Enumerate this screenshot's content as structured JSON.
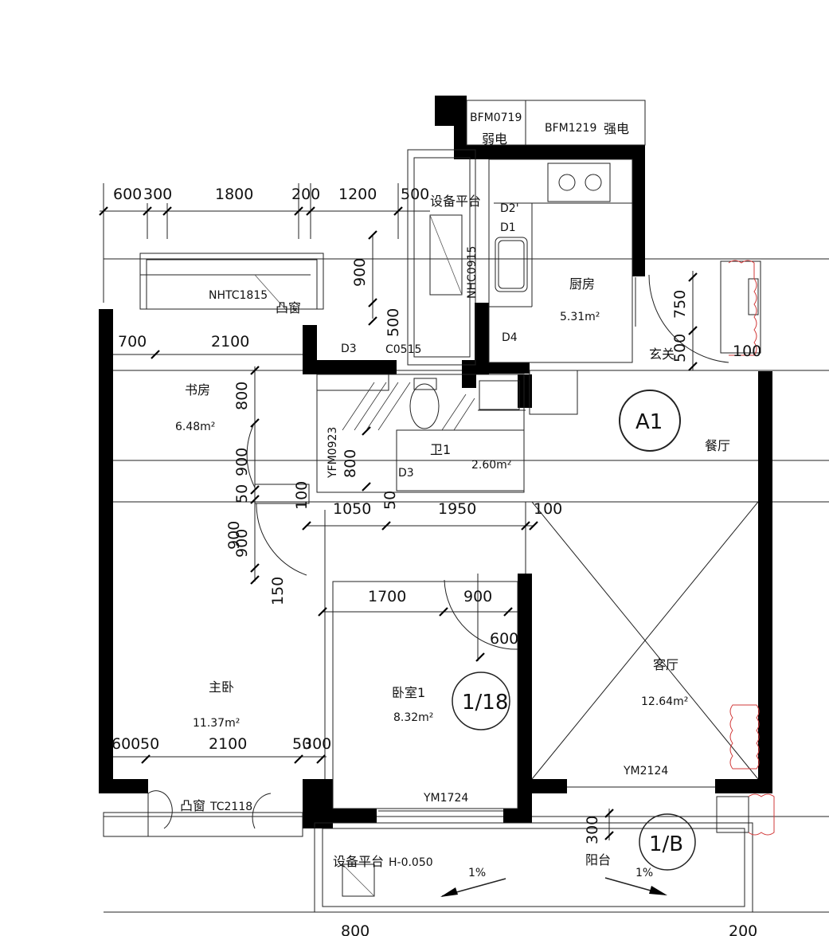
{
  "rooms": {
    "study": {
      "name": "书房",
      "area": "6.48m²"
    },
    "kitchen": {
      "name": "厨房",
      "area": "5.31m²"
    },
    "master": {
      "name": "主卧",
      "area": "11.37m²"
    },
    "bedroom1": {
      "name": "卧室1",
      "area": "8.32m²"
    },
    "living": {
      "name": "客厅",
      "area": "12.64m²"
    },
    "dining": {
      "name": "餐厅"
    },
    "foyer": {
      "name": "玄关"
    },
    "balcony": {
      "name": "阳台"
    },
    "bathroom": {
      "name": "卫1",
      "area": "2.60m²"
    },
    "equip_top": {
      "name": "设备平台"
    },
    "equip_bottom": {
      "name": "设备平台",
      "level": "H-0.050"
    },
    "weak_power": {
      "name": "弱电"
    },
    "strong_power": {
      "name": "强电"
    }
  },
  "codes": {
    "bfm0719": "BFM0719",
    "bfm1219": "BFM1219",
    "nhtc1815": "NHTC1815",
    "bay_window_top": "凸窗",
    "bay_window_bottom": "凸窗",
    "tc2118": "TC2118",
    "c0515": "C0515",
    "nhc0915": "NHC0915",
    "yfm0923": "YFM0923",
    "ym1724": "YM1724",
    "ym2124": "YM2124",
    "d1": "D1",
    "d2": "D2'",
    "d3a": "D3",
    "d3b": "D3",
    "d4": "D4"
  },
  "callouts": {
    "a1": "A1",
    "c118": "1/18",
    "c1b": "1/B"
  },
  "slopes": {
    "left": "1%",
    "right": "1%"
  },
  "dimensions": {
    "top": [
      "600",
      "300",
      "1800",
      "200",
      "1200",
      "500"
    ],
    "row2": [
      "700",
      "2100"
    ],
    "v_study": [
      "800",
      "900",
      "50",
      "900",
      "150"
    ],
    "mid": [
      "1050",
      "1950",
      "100"
    ],
    "bed": [
      "1700",
      "900",
      "600"
    ],
    "bottom": [
      "600",
      "50",
      "2100",
      "50",
      "300"
    ],
    "vert_misc": [
      "900",
      "500",
      "900",
      "800",
      "50",
      "100",
      "750",
      "500",
      "300"
    ],
    "misc": [
      "100",
      "200",
      "800"
    ]
  },
  "colors": {
    "wall": "#000000",
    "line": "#222222",
    "revision_cloud": "#d23a3a"
  }
}
